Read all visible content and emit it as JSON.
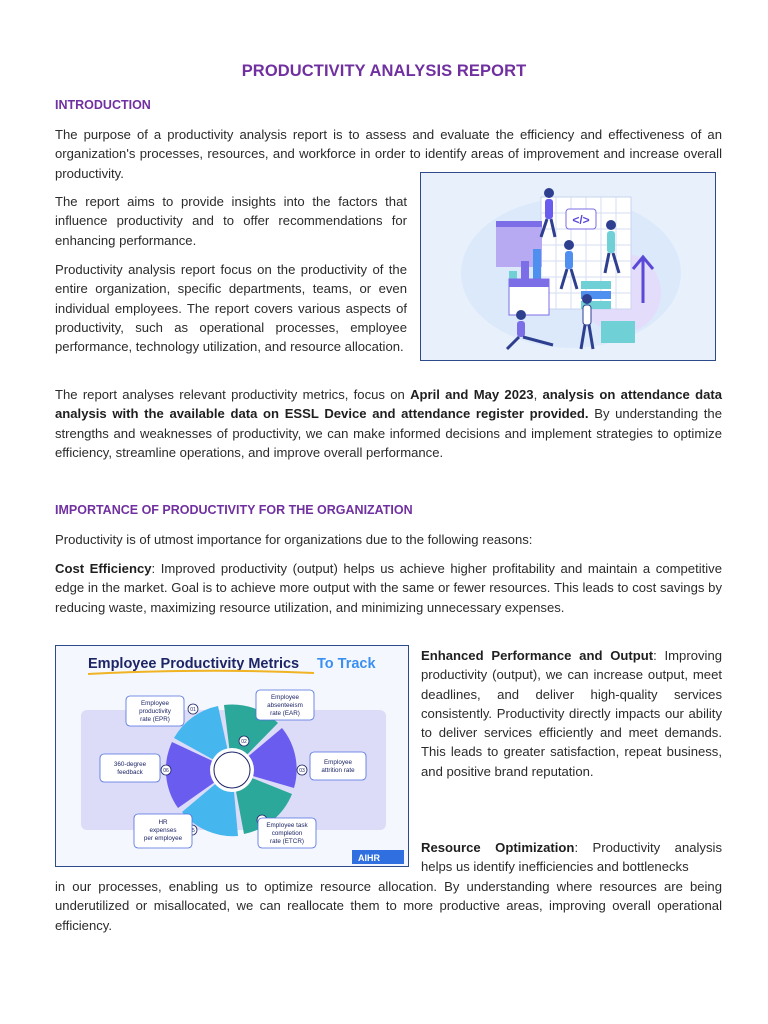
{
  "title": "PRODUCTIVITY ANALYSIS REPORT",
  "intro": {
    "heading": "INTRODUCTION",
    "p1": "The purpose of a productivity analysis report is to assess and evaluate the efficiency and effectiveness of an organization's processes, resources, and workforce in order to identify areas of improvement and increase overall productivity.",
    "p2": "The report aims to provide insights into the factors that influence productivity and to offer recommendations for enhancing performance.",
    "p3": "Productivity analysis report focus on the productivity of the entire organization, specific departments, teams, or even individual employees. The report covers various aspects of productivity, such as operational processes, employee performance, technology utilization, and resource allocation.",
    "p4_a": "The report analyses relevant productivity metrics, focus on ",
    "p4_b": "April and May 2023",
    "p4_c": ", ",
    "p4_d": "analysis on attendance data analysis with the available data on ESSL Device and attendance register provided.",
    "p4_e": " By understanding the strengths and weaknesses of productivity, we can make informed decisions and implement strategies to optimize efficiency, streamline operations, and improve overall performance."
  },
  "importance": {
    "heading": "IMPORTANCE OF PRODUCTIVITY FOR THE ORGANIZATION",
    "lead": "Productivity is of utmost importance for organizations due to the following reasons:",
    "cost_label": "Cost Efficiency",
    "cost_text": ": Improved productivity (output) helps us achieve higher profitability and maintain a competitive edge in the market. Goal is to achieve more output with the same or fewer resources. This leads to cost savings by reducing waste, maximizing resource utilization, and minimizing unnecessary expenses.",
    "perf_label": "Enhanced Performance and Output",
    "perf_text": ": Improving productivity (output), we can increase output, meet deadlines, and deliver high-quality services consistently. Productivity directly impacts our ability to deliver services efficiently and meet demands. This leads to greater satisfaction, repeat business, and positive brand reputation.",
    "res_label": "Resource Optimization",
    "res_text_1": ": Productivity analysis helps us identify inefficiencies and bottlenecks",
    "res_text_2": "in our processes, enabling us to optimize resource allocation. By understanding where resources are being underutilized or misallocated, we can reallocate them to more productive areas, improving overall operational efficiency."
  },
  "infographic": {
    "title_a": "Employee Productivity Metrics",
    "title_b": "To Track",
    "items": [
      {
        "num": "01",
        "line1": "Employee",
        "line2": "productivity",
        "line3": "rate (EPR)"
      },
      {
        "num": "02",
        "line1": "Employee",
        "line2": "absenteeism",
        "line3": "rate (EAR)"
      },
      {
        "num": "03",
        "line1": "Employee",
        "line2": "attrition rate",
        "line3": ""
      },
      {
        "num": "04",
        "line1": "Employee task",
        "line2": "completion",
        "line3": "rate (ETCR)"
      },
      {
        "num": "05",
        "line1": "HR",
        "line2": "expenses",
        "line3": "per employee"
      },
      {
        "num": "06",
        "line1": "360-degree",
        "line2": "feedback",
        "line3": ""
      }
    ],
    "logo": "AIHR",
    "colors": {
      "dark_purple": "#6b5cf0",
      "blue": "#45b6ee",
      "teal": "#2ba89a",
      "band": "#dcdcf8"
    }
  },
  "illustration": {
    "code_tag": "</>",
    "colors": {
      "bg": "#e8f1fb",
      "purple": "#7b6ee6",
      "blue": "#4e8ff0",
      "teal": "#6fd0d6"
    }
  }
}
